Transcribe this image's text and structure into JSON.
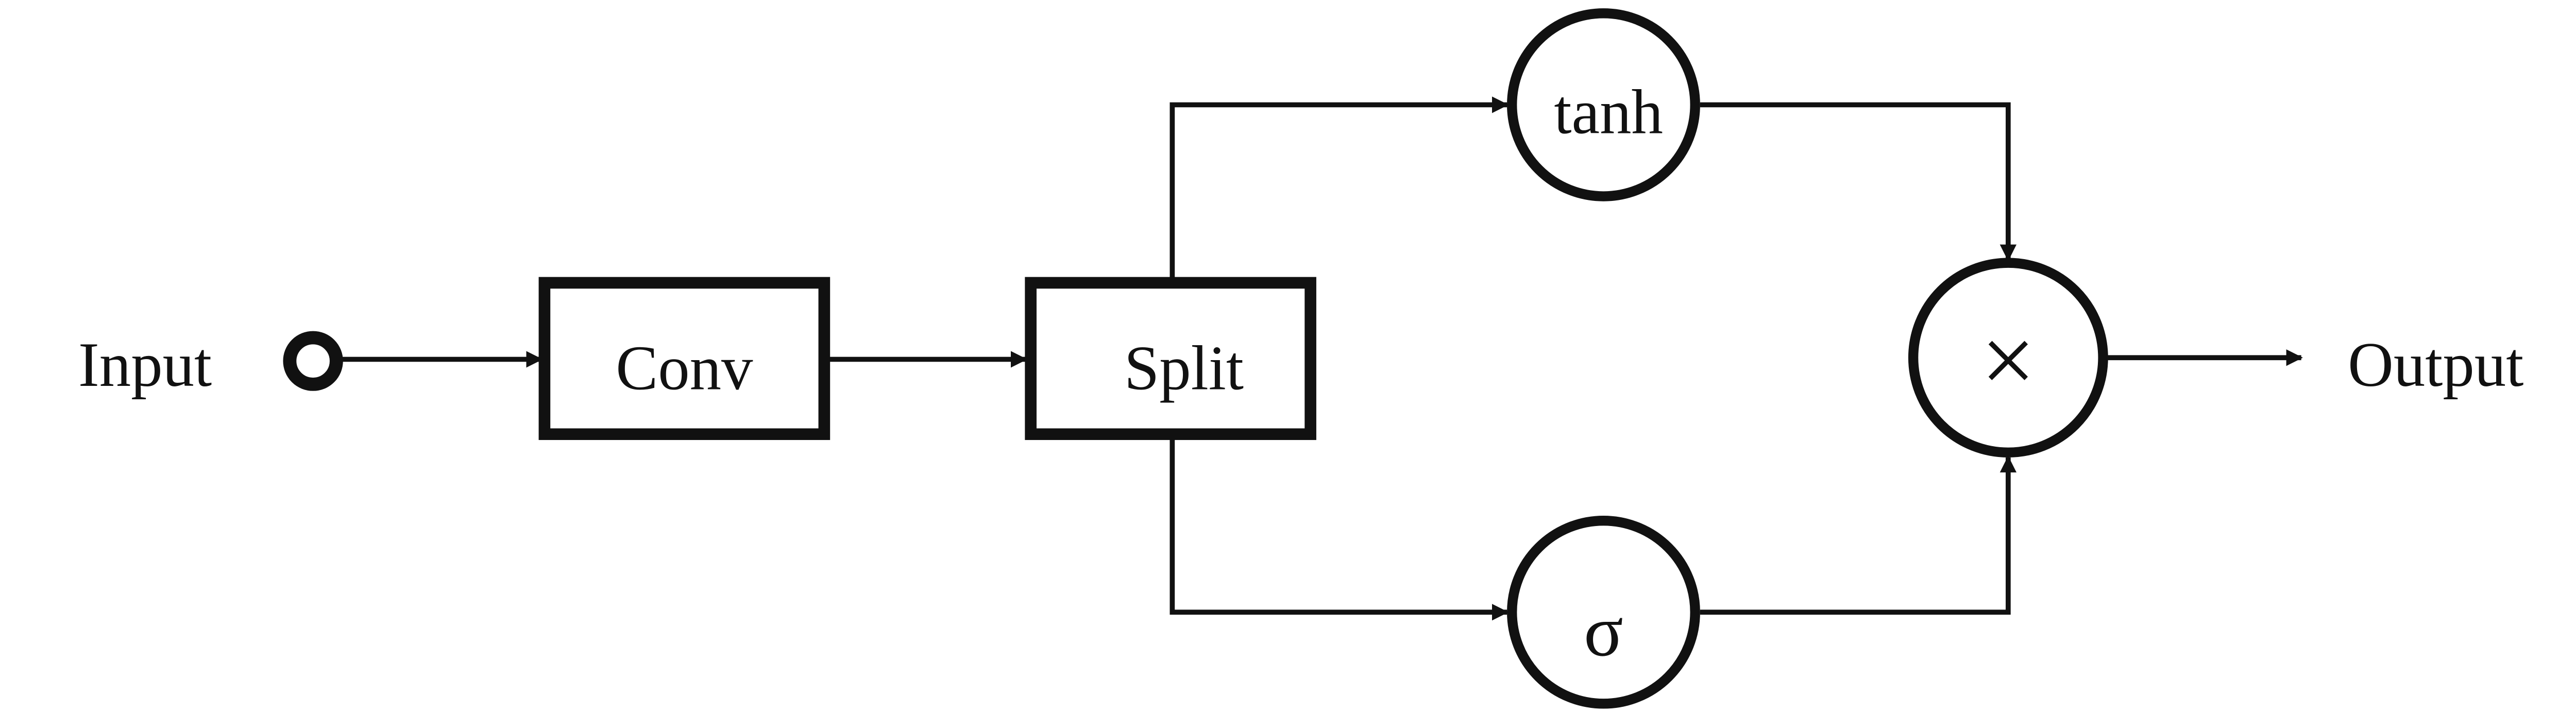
{
  "colors": {
    "stroke": "#111111",
    "background": "#ffffff"
  },
  "nodes": {
    "input": "Input",
    "conv": "Conv",
    "split": "Split",
    "tanh": "tanh",
    "sigma": "σ",
    "multiply": "×",
    "output": "Output"
  }
}
